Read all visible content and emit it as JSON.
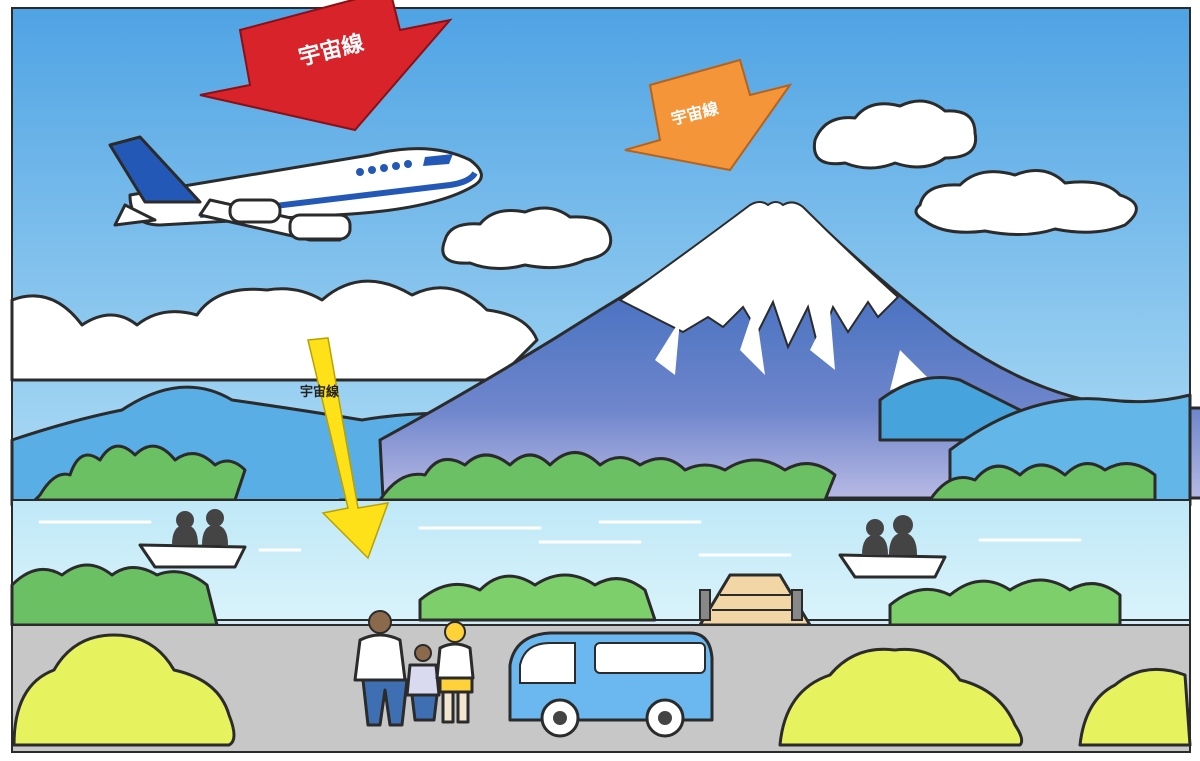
{
  "arrows": {
    "red_label": "宇宙線",
    "orange_label": "宇宙線",
    "yellow_label": "宇宙線"
  },
  "colors": {
    "sky_top": "#5aa9e6",
    "sky_bottom": "#e8f6fb",
    "red_arrow": "#d8232a",
    "orange_arrow": "#f5953a",
    "yellow_arrow": "#ffe11a",
    "mountain_blue": "#3a74c4",
    "lake": "#c7ecf8",
    "road": "#c9c9c9",
    "tree_green": "#66bd5a",
    "bush_yellow": "#e3f25a",
    "bus_blue": "#6bb8f0"
  },
  "icons": [
    "airplane-icon",
    "bus-icon",
    "boat-icon",
    "cloud-icon",
    "people-icon"
  ]
}
